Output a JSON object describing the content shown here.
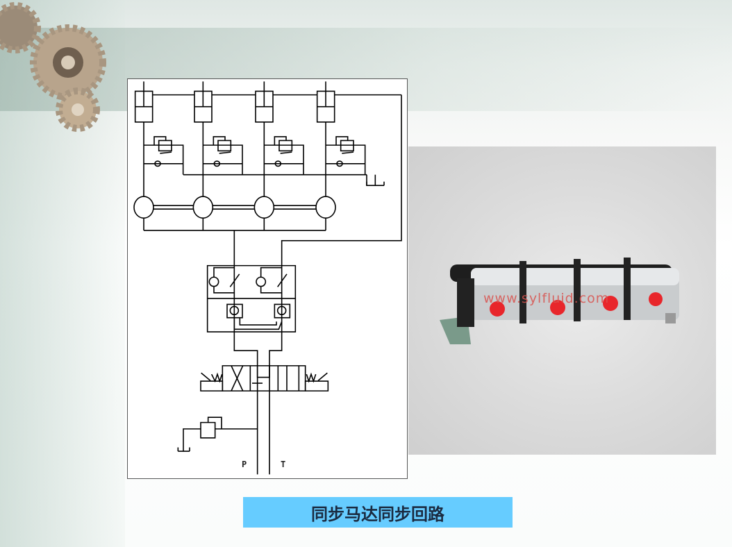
{
  "slide": {
    "caption": "同步马达同步回路",
    "diagram_labels": {
      "pressure_port": "P",
      "tank_port": "T"
    },
    "photo_watermark": "www.sylfluid.com",
    "colors": {
      "caption_bg": "#66ccff",
      "port_plug": "#e8262b"
    }
  }
}
